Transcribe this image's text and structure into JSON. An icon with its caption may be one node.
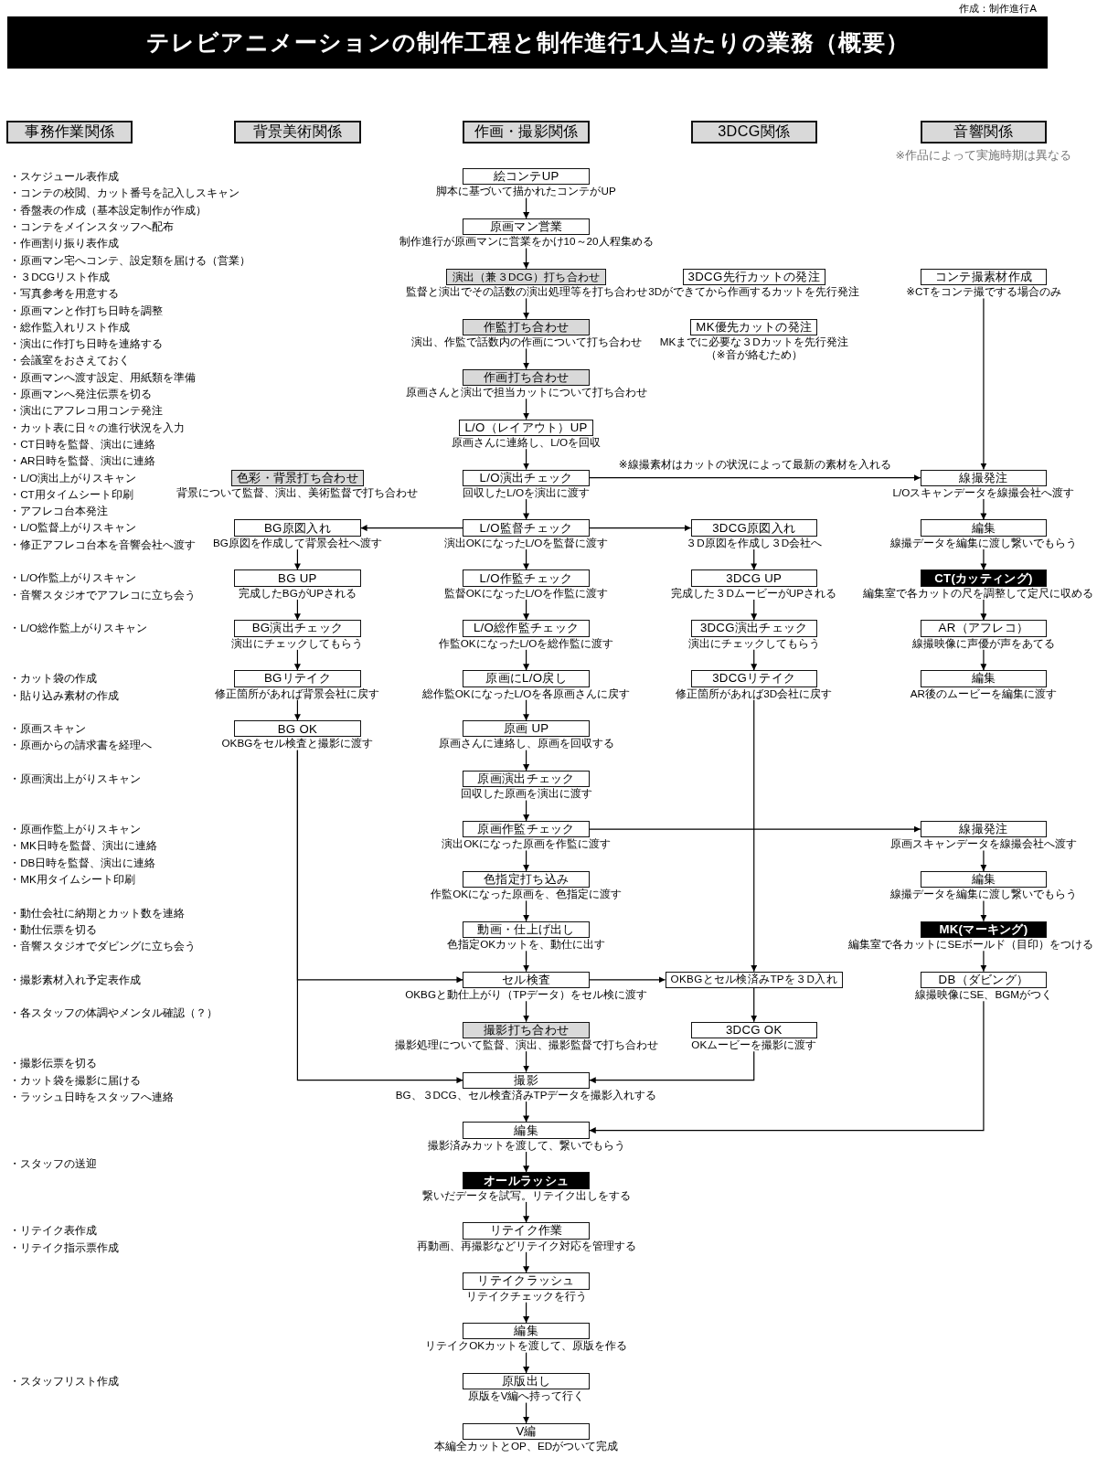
{
  "diagram": {
    "title": "テレビアニメーションの制作工程と制作進行1人当たりの業務（概要）",
    "nodes": [
      {
        "text": [
          "事務作業関係"
        ]
      },
      {
        "text": [
          "背景美術関係"
        ]
      },
      {
        "text": [
          "作画・撮影関係"
        ]
      },
      {
        "text": [
          "3DCG関係"
        ]
      },
      {
        "text": [
          "音響関係"
        ],
        "beside": [
          "※作品によって実施時期は異なる"
        ]
      },
      {
        "text": [
          "絵コンテUP"
        ],
        "beside": [
          "脚本に基づいて描かれたコンテがUP"
        ]
      },
      {
        "text": [
          "原画マン営業"
        ],
        "beside": [
          "制作進行が原画マンに営業をかけ10～20人程集める"
        ]
      },
      {
        "text": [
          "演出（兼３DCG）打ち合わせ"
        ],
        "beside": [
          "監督と演出でその話数の演出処理等を打ち合わせ"
        ]
      },
      {
        "text": [
          "作監打ち合わせ"
        ],
        "beside": [
          "演出、作監で話数内の作画について打ち合わせ"
        ]
      },
      {
        "text": [
          "作画打ち合わせ"
        ],
        "beside": [
          "原画さんと演出で担当カットについて打ち合わせ"
        ]
      },
      {
        "text": [
          "L/O（レイアウト）UP"
        ],
        "beside": [
          "原画さんに連絡し、L/Oを回収"
        ]
      },
      {
        "text": [
          "L/O演出チェック"
        ],
        "beside": [
          "回収したL/Oを演出に渡す"
        ]
      },
      {
        "text": [
          "L/O監督チェック"
        ],
        "beside": [
          "演出OKになったL/Oを監督に渡す"
        ]
      },
      {
        "text": [
          "L/O作監チェック"
        ],
        "beside": [
          "監督OKになったL/Oを作監に渡す"
        ]
      },
      {
        "text": [
          "L/O総作監チェック"
        ],
        "beside": [
          "作監OKになったL/Oを総作監に渡す"
        ]
      },
      {
        "text": [
          "原画にL/O戻し"
        ],
        "beside": [
          "総作監OKになったL/Oを各原画さんに戻す"
        ]
      },
      {
        "text": [
          "原画 UP"
        ],
        "beside": [
          "原画さんに連絡し、原画を回収する"
        ]
      },
      {
        "text": [
          "原画演出チェック"
        ],
        "beside": [
          "回収した原画を演出に渡す"
        ]
      },
      {
        "text": [
          "原画作監チェック"
        ],
        "beside": [
          "演出OKになった原画を作監に渡す"
        ]
      },
      {
        "text": [
          "色指定打ち込み"
        ],
        "beside": [
          "作監OKになった原画を、色指定に渡す"
        ]
      },
      {
        "text": [
          "動画・仕上げ出し"
        ],
        "beside": [
          "色指定OKカットを、動仕に出す"
        ]
      },
      {
        "text": [
          "セル検査"
        ],
        "beside": [
          "OKBGと動仕上がり（TPデータ）をセル検に渡す"
        ]
      },
      {
        "text": [
          "撮影打ち合わせ"
        ],
        "beside": [
          "撮影処理について監督、演出、撮影監督で打ち合わせ"
        ]
      },
      {
        "text": [
          "撮影"
        ],
        "beside": [
          "BG、３DCG、セル検査済みTPデータを撮影入れする"
        ]
      },
      {
        "text": [
          "編集"
        ],
        "beside": [
          "撮影済みカットを渡して、繋いでもらう"
        ]
      },
      {
        "text": [
          "オールラッシュ"
        ],
        "beside": [
          "繋いだデータを試写。リテイク出しをする"
        ]
      },
      {
        "text": [
          "リテイク作業"
        ],
        "beside": [
          "再動画、再撮影などリテイク対応を管理する"
        ]
      },
      {
        "text": [
          "リテイクラッシュ"
        ],
        "beside": [
          "リテイクチェックを行う"
        ]
      },
      {
        "text": [
          "編集"
        ],
        "beside": [
          "リテイクOKカットを渡して、原版を作る"
        ]
      },
      {
        "text": [
          "原版出し"
        ],
        "beside": [
          "原版をV編へ持って行く"
        ]
      },
      {
        "text": [
          "V編"
        ],
        "beside": [
          "本編全カットとOP、EDがついて完成"
        ]
      },
      {
        "text": [
          "色彩・背景打ち合わせ"
        ],
        "beside": [
          "背景について監督、演出、美術監督で打ち合わせ"
        ]
      },
      {
        "text": [
          "BG原図入れ"
        ],
        "beside": [
          "BG原図を作成して背景会社へ渡す"
        ]
      },
      {
        "text": [
          "BG UP"
        ],
        "beside": [
          "完成したBGがUPされる"
        ]
      },
      {
        "text": [
          "BG演出チェック"
        ],
        "beside": [
          "演出にチェックしてもらう"
        ]
      },
      {
        "text": [
          "BGリテイク"
        ],
        "beside": [
          "修正箇所があれば背景会社に戻す"
        ]
      },
      {
        "text": [
          "BG OK"
        ],
        "beside": [
          "OKBGをセル検査と撮影に渡す"
        ]
      },
      {
        "text": [
          "3DCG先行カットの発注"
        ],
        "beside": [
          "3Dができてから作画するカットを先行発注"
        ]
      },
      {
        "text": [
          "MK優先カットの発注"
        ],
        "beside": [
          "MKまでに必要な３Dカットを先行発注",
          "（※音が絡むため）"
        ]
      },
      {
        "text": [
          "3DCG原図入れ"
        ],
        "beside": [
          "３D原図を作成し３D会社へ"
        ]
      },
      {
        "text": [
          "3DCG UP"
        ],
        "beside": [
          "完成した３DムービーがUPされる"
        ]
      },
      {
        "text": [
          "3DCG演出チェック"
        ],
        "beside": [
          "演出にチェックしてもらう"
        ]
      },
      {
        "text": [
          "3DCGリテイク"
        ],
        "beside": [
          "修正箇所があれば3D会社に戻す"
        ]
      },
      {
        "text": [
          "OKBGとセル検済みTPを３D入れ"
        ]
      },
      {
        "text": [
          "3DCG OK"
        ],
        "beside": [
          "OKムービーを撮影に渡す"
        ]
      },
      {
        "text": [
          "コンテ撮素材作成"
        ],
        "beside": [
          "※CTをコンテ撮でする場合のみ"
        ]
      },
      {
        "text": [
          "線撮発注"
        ],
        "beside": [
          "L/Oスキャンデータを線撮会社へ渡す"
        ]
      },
      {
        "text": [
          "編集"
        ],
        "beside": [
          "線撮データを編集に渡し繋いでもらう"
        ]
      },
      {
        "text": [
          "**CT**(カッティング)"
        ],
        "beside": [
          "編集室で各カットの尺を調整して定尺に収める"
        ]
      },
      {
        "text": [
          "AR（アフレコ）"
        ],
        "beside": [
          "線撮映像に声優が声をあてる"
        ]
      },
      {
        "text": [
          "編集"
        ],
        "beside": [
          "AR後のムービーを編集に渡す"
        ]
      },
      {
        "text": [
          "線撮発注"
        ],
        "beside": [
          "原画スキャンデータを線撮会社へ渡す"
        ]
      },
      {
        "text": [
          "編集"
        ],
        "beside": [
          "線撮データを編集に渡し繋いでもらう"
        ]
      },
      {
        "text": [
          "**MK**(マーキング)"
        ],
        "beside": [
          "編集室で各カットにSEボールド（目印）をつける"
        ]
      },
      {
        "text": [
          "DB（ダビング）"
        ],
        "beside": [
          "線撮映像にSE、BGMがつく"
        ]
      }
    ],
    "edges": [
      {
        "from": 5,
        "to": 6,
        "arrow": "to"
      },
      {
        "from": 6,
        "to": 7,
        "arrow": "to"
      },
      {
        "from": 7,
        "to": 8,
        "arrow": "to"
      },
      {
        "from": 8,
        "to": 9,
        "arrow": "to"
      },
      {
        "from": 9,
        "to": 10,
        "arrow": "to"
      },
      {
        "from": 10,
        "to": 11,
        "arrow": "to"
      },
      {
        "from": 11,
        "to": 12,
        "arrow": "to"
      },
      {
        "from": 12,
        "to": 13,
        "arrow": "to"
      },
      {
        "from": 13,
        "to": 14,
        "arrow": "to"
      },
      {
        "from": 14,
        "to": 15,
        "arrow": "to"
      },
      {
        "from": 15,
        "to": 16,
        "arrow": "to"
      },
      {
        "from": 16,
        "to": 17,
        "arrow": "to"
      },
      {
        "from": 17,
        "to": 18,
        "arrow": "to"
      },
      {
        "from": 18,
        "to": 19,
        "arrow": "to"
      },
      {
        "from": 19,
        "to": 20,
        "arrow": "to"
      },
      {
        "from": 20,
        "to": 21,
        "arrow": "to"
      },
      {
        "from": 21,
        "to": 22,
        "arrow": "to"
      },
      {
        "from": 22,
        "to": 23,
        "arrow": "to"
      },
      {
        "from": 23,
        "to": 24,
        "arrow": "to"
      },
      {
        "from": 24,
        "to": 25,
        "arrow": "to"
      },
      {
        "from": 25,
        "to": 26,
        "arrow": "to"
      },
      {
        "from": 26,
        "to": 27,
        "arrow": "to"
      },
      {
        "from": 27,
        "to": 28,
        "arrow": "to"
      },
      {
        "from": 28,
        "to": 29,
        "arrow": "to"
      },
      {
        "from": 29,
        "to": 30,
        "arrow": "to"
      },
      {
        "from": 32,
        "to": 33,
        "arrow": "to"
      },
      {
        "from": 33,
        "to": 34,
        "arrow": "to"
      },
      {
        "from": 34,
        "to": 35,
        "arrow": "to"
      },
      {
        "from": 35,
        "to": 36,
        "arrow": "to"
      },
      {
        "from": 39,
        "to": 40,
        "arrow": "to"
      },
      {
        "from": 40,
        "to": 41,
        "arrow": "to"
      },
      {
        "from": 41,
        "to": 42,
        "arrow": "to"
      },
      {
        "from": 42,
        "to": 43,
        "arrow": "to"
      },
      {
        "from": 43,
        "to": 44,
        "arrow": "to"
      },
      {
        "from": 45,
        "to": 46,
        "arrow": "to"
      },
      {
        "from": 46,
        "to": 47,
        "arrow": "to"
      },
      {
        "from": 47,
        "to": 48,
        "arrow": "to"
      },
      {
        "from": 48,
        "to": 49,
        "arrow": "to"
      },
      {
        "from": 49,
        "to": 50,
        "arrow": "to"
      },
      {
        "from": 51,
        "to": 52,
        "arrow": "to"
      },
      {
        "from": 52,
        "to": 53,
        "arrow": "to"
      },
      {
        "from": 53,
        "to": 54,
        "arrow": "to"
      },
      {
        "from": 11,
        "to": 46,
        "arrow": "to",
        "label": "※線撮素材はカットの状況によって最新の素材を入れる"
      },
      {
        "from": 12,
        "to": 32,
        "arrow": "to"
      },
      {
        "from": 12,
        "to": 39,
        "arrow": "to"
      },
      {
        "from": 18,
        "to": 51,
        "arrow": "to"
      },
      {
        "from": 21,
        "to": 43,
        "arrow": "to"
      },
      {
        "from": 36,
        "to": 21,
        "arrow": "to"
      },
      {
        "from": 36,
        "to": 23,
        "arrow": "to"
      },
      {
        "from": 44,
        "to": 23,
        "arrow": "to"
      },
      {
        "from": 54,
        "to": 24,
        "arrow": "to"
      }
    ],
    "labels": [
      "作成：制作進行A",
      "・スケジュール表作成",
      "・コンテの校閲、カット番号を記入しスキャン",
      "・香盤表の作成（基本設定制作が作成）",
      "・コンテをメインスタッフへ配布",
      "・作画割り振り表作成",
      "・原画マン宅へコンテ、設定類を届ける（営業）",
      "・３DCGリスト作成",
      "・写真参考を用意する",
      "・原画マンと作打ち日時を調整",
      "・総作監入れリスト作成",
      "・演出に作打ち日時を連絡する",
      "・会議室をおさえておく",
      "・原画マンへ渡す設定、用紙類を準備",
      "・原画マンへ発注伝票を切る",
      "・演出にアフレコ用コンテ発注",
      "・カット表に日々の進行状況を入力",
      "・CT日時を監督、演出に連絡",
      "・AR日時を監督、演出に連絡",
      "・L/O演出上がりスキャン",
      "・CT用タイムシート印刷",
      "・アフレコ台本発注",
      "・L/O監督上がりスキャン",
      "・修正アフレコ台本を音響会社へ渡す",
      "・L/O作監上がりスキャン",
      "・音響スタジオでアフレコに立ち会う",
      "・L/O総作監上がりスキャン",
      "・カット袋の作成",
      "・貼り込み素材の作成",
      "・原画スキャン",
      "・原画からの請求書を経理へ",
      "・原画演出上がりスキャン",
      "・原画作監上がりスキャン",
      "・MK日時を監督、演出に連絡",
      "・DB日時を監督、演出に連絡",
      "・MK用タイムシート印刷",
      "・動仕会社に納期とカット数を連絡",
      "・動仕伝票を切る",
      "・音響スタジオでダビングに立ち会う",
      "・撮影素材入れ予定表作成",
      "・各スタッフの体調やメンタル確認（？）",
      "・撮影伝票を切る",
      "・カット袋を撮影に届ける",
      "・ラッシュ日時をスタッフへ連絡",
      "・スタッフの送迎",
      "・リテイク表作成",
      "・リテイク指示票作成",
      "・スタッフリスト作成"
    ]
  }
}
